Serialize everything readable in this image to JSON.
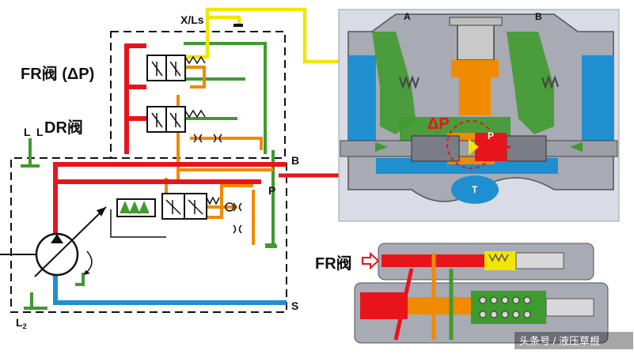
{
  "labels": {
    "x_ls": "X/Ls",
    "fr_valve": "FR阀 (ΔP)",
    "dr_valve": "DR阀",
    "l": "L",
    "l1": "L",
    "l2": "L",
    "l2_sub": "2",
    "port_b": "B",
    "port_p": "P",
    "port_s": "S",
    "sect_a": "A",
    "sect_b": "B",
    "sect_p": "P",
    "sect_t": "T",
    "delta_p": "ΔP",
    "fr_detail": "FR阀",
    "watermark": "头条号 / 液压草根"
  },
  "colors": {
    "pressure": "#e8141b",
    "load_sense": "#f2e600",
    "control": "#f08a00",
    "drain": "#3f9a2f",
    "suction": "#1f8fd0",
    "housing": "#a8aab4",
    "frame_bg": "#d9dbe5"
  }
}
